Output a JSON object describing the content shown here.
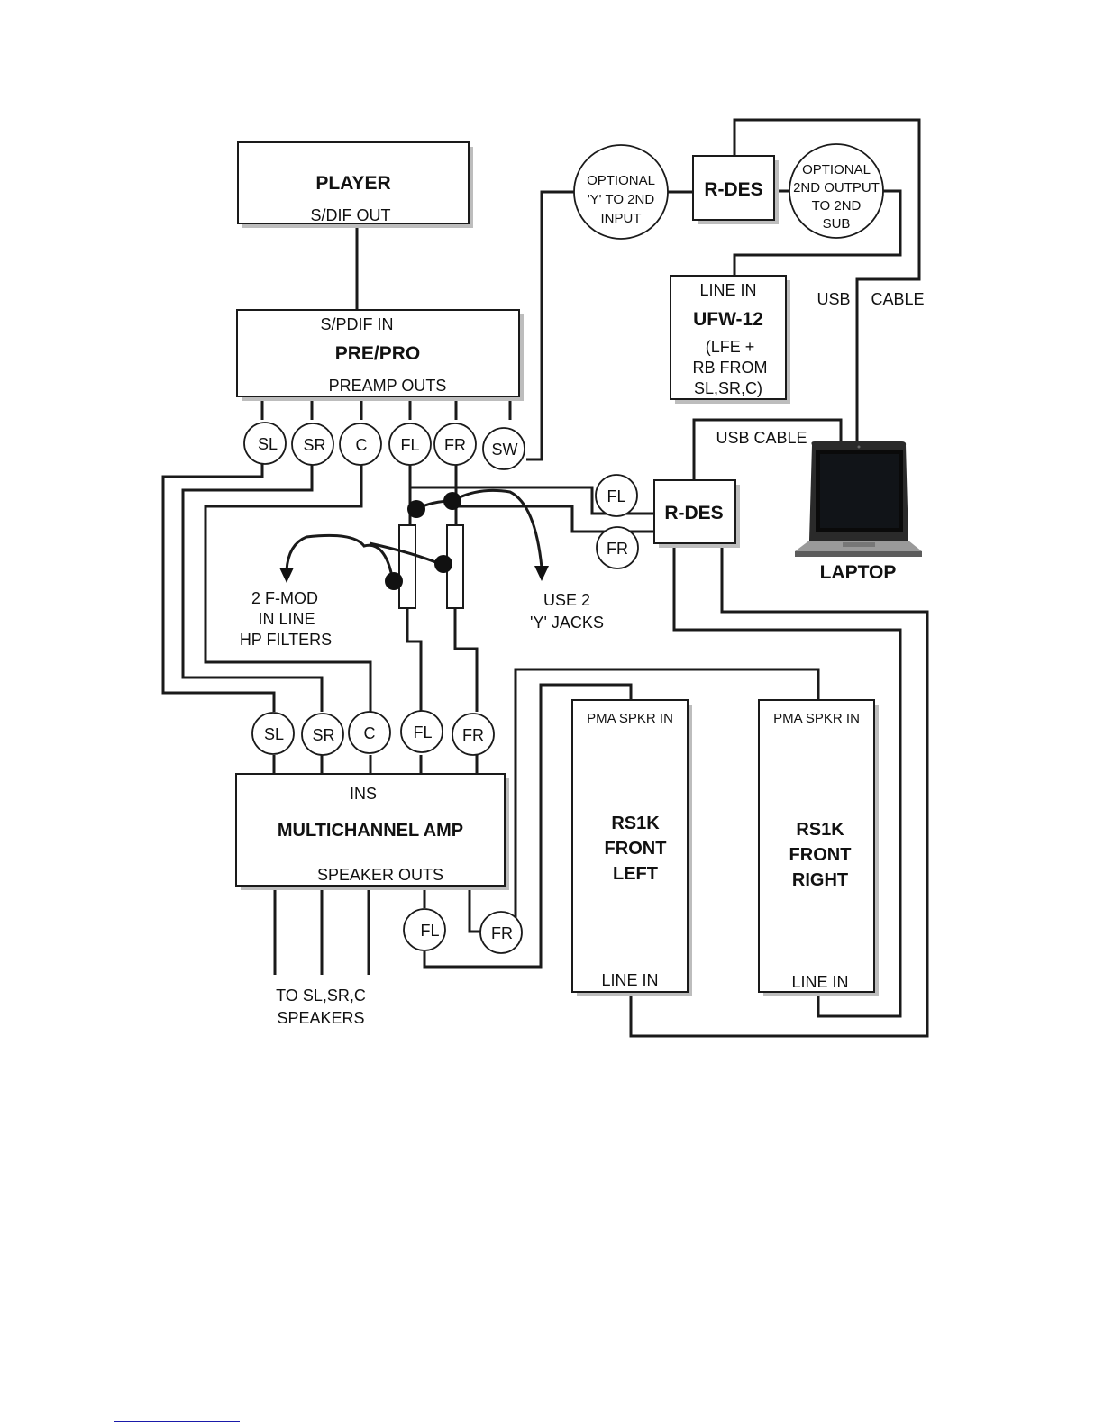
{
  "player": {
    "title": "PLAYER",
    "port": "S/DIF OUT"
  },
  "prepro": {
    "input": "S/PDIF IN",
    "title": "PRE/PRO",
    "outputs": "PREAMP OUTS"
  },
  "preamp_channels": [
    "SL",
    "SR",
    "C",
    "FL",
    "FR",
    "SW"
  ],
  "optional_y": [
    "OPTIONAL",
    "'Y' TO 2ND",
    "INPUT"
  ],
  "rdes_top": "R-DES",
  "optional_2nd": [
    "OPTIONAL",
    "2ND OUTPUT",
    "TO 2ND",
    "SUB"
  ],
  "ufw": {
    "input": "LINE IN",
    "title": "UFW-12",
    "note": [
      "(LFE +",
      "RB FROM",
      "SL,SR,C)"
    ]
  },
  "usb_cable_top": {
    "left": "USB",
    "right": "CABLE"
  },
  "usb_cable_mid": "USB CABLE",
  "rdes_mid": {
    "title": "R-DES",
    "fl": "FL",
    "fr": "FR"
  },
  "laptop": "LAPTOP",
  "fmod_note": [
    "2 F-MOD",
    "IN LINE",
    "HP FILTERS"
  ],
  "y_jacks_note": [
    "USE 2",
    "'Y' JACKS"
  ],
  "amp_channels": [
    "SL",
    "SR",
    "C",
    "FL",
    "FR"
  ],
  "amp": {
    "input": "INS",
    "title": "MULTICHANNEL AMP",
    "outputs": "SPEAKER OUTS"
  },
  "amp_out_channels": [
    "FL",
    "FR"
  ],
  "speakers_note": [
    "TO SL,SR,C",
    "SPEAKERS"
  ],
  "rs1k_left": {
    "input": "PMA SPKR IN",
    "title": [
      "RS1K",
      "FRONT",
      "LEFT"
    ],
    "line": "LINE IN"
  },
  "rs1k_right": {
    "input": "PMA SPKR IN",
    "title": [
      "RS1K",
      "FRONT",
      "RIGHT"
    ],
    "line": "LINE IN"
  }
}
